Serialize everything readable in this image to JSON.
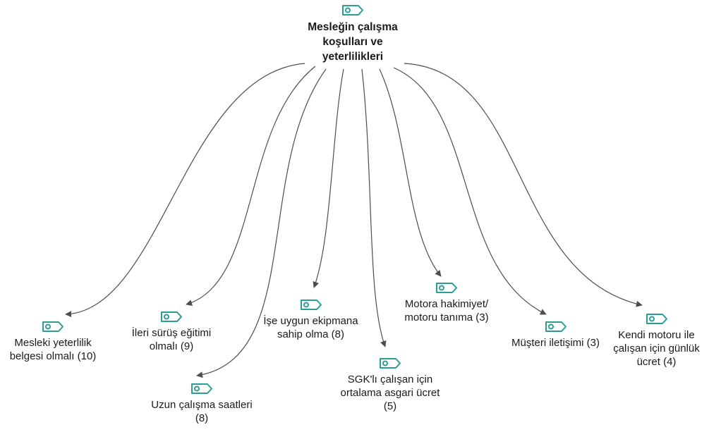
{
  "root": {
    "label": "Mesleğin çalışma\nkoşulları ve\nyeterlilikleri"
  },
  "children": [
    {
      "label": "Mesleki yeterlilik\nbelgesi olmalı (10)"
    },
    {
      "label": "İleri sürüş eğitimi\nolmalı (9)"
    },
    {
      "label": "Uzun çalışma saatleri\n(8)"
    },
    {
      "label": "İşe uygun ekipmana\nsahip olma (8)"
    },
    {
      "label": "SGK'lı çalışan için\nortalama asgari ücret\n(5)"
    },
    {
      "label": "Motora hakimiyet/\nmotoru tanıma (3)"
    },
    {
      "label": "Müşteri iletişimi (3)"
    },
    {
      "label": "Kendi motoru ile\nçalışan için günlük\nücret (4)"
    }
  ],
  "colors": {
    "tag": "#2a9d95",
    "edge": "#4d4d4d"
  },
  "icon": "tag-icon"
}
